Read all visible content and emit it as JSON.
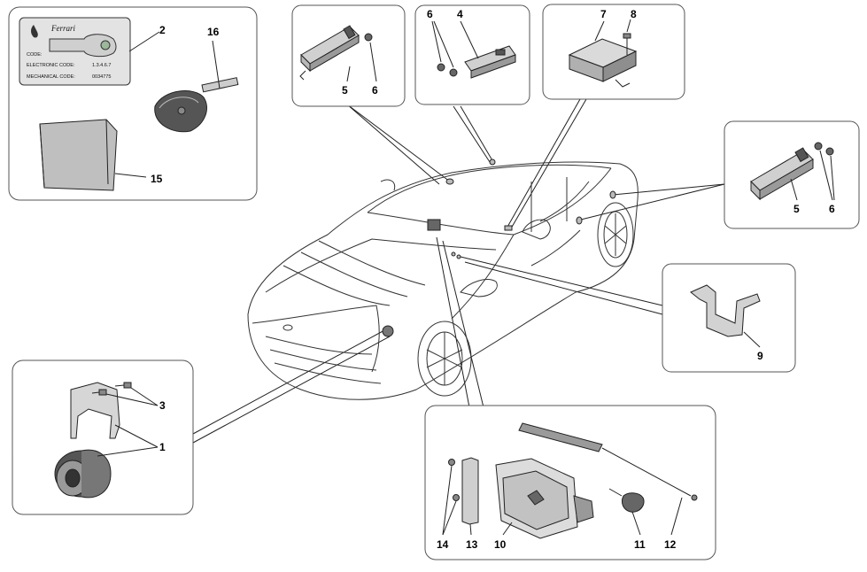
{
  "key_tag": {
    "brand": "Ferrari",
    "code_label": "CODE:",
    "electronic_code_label": "ELECTRONIC CODE:",
    "electronic_code_value": "1.3.4.6.7",
    "mechanical_code_label": "MECHANICAL CODE:",
    "mechanical_code_value": "0034775"
  },
  "callouts": {
    "c1": "1",
    "c2": "2",
    "c3": "3",
    "c4": "4",
    "c5a": "5",
    "c5b": "5",
    "c6a": "6",
    "c6b": "6",
    "c6c": "6",
    "c7": "7",
    "c8": "8",
    "c9": "9",
    "c10": "10",
    "c11": "11",
    "c12": "12",
    "c13": "13",
    "c14": "14",
    "c15": "15",
    "c16": "16"
  },
  "colors": {
    "line": "#222222",
    "panel_stroke": "#555555",
    "part_fill": "#d9d9d9",
    "dark_fill": "#555555"
  }
}
